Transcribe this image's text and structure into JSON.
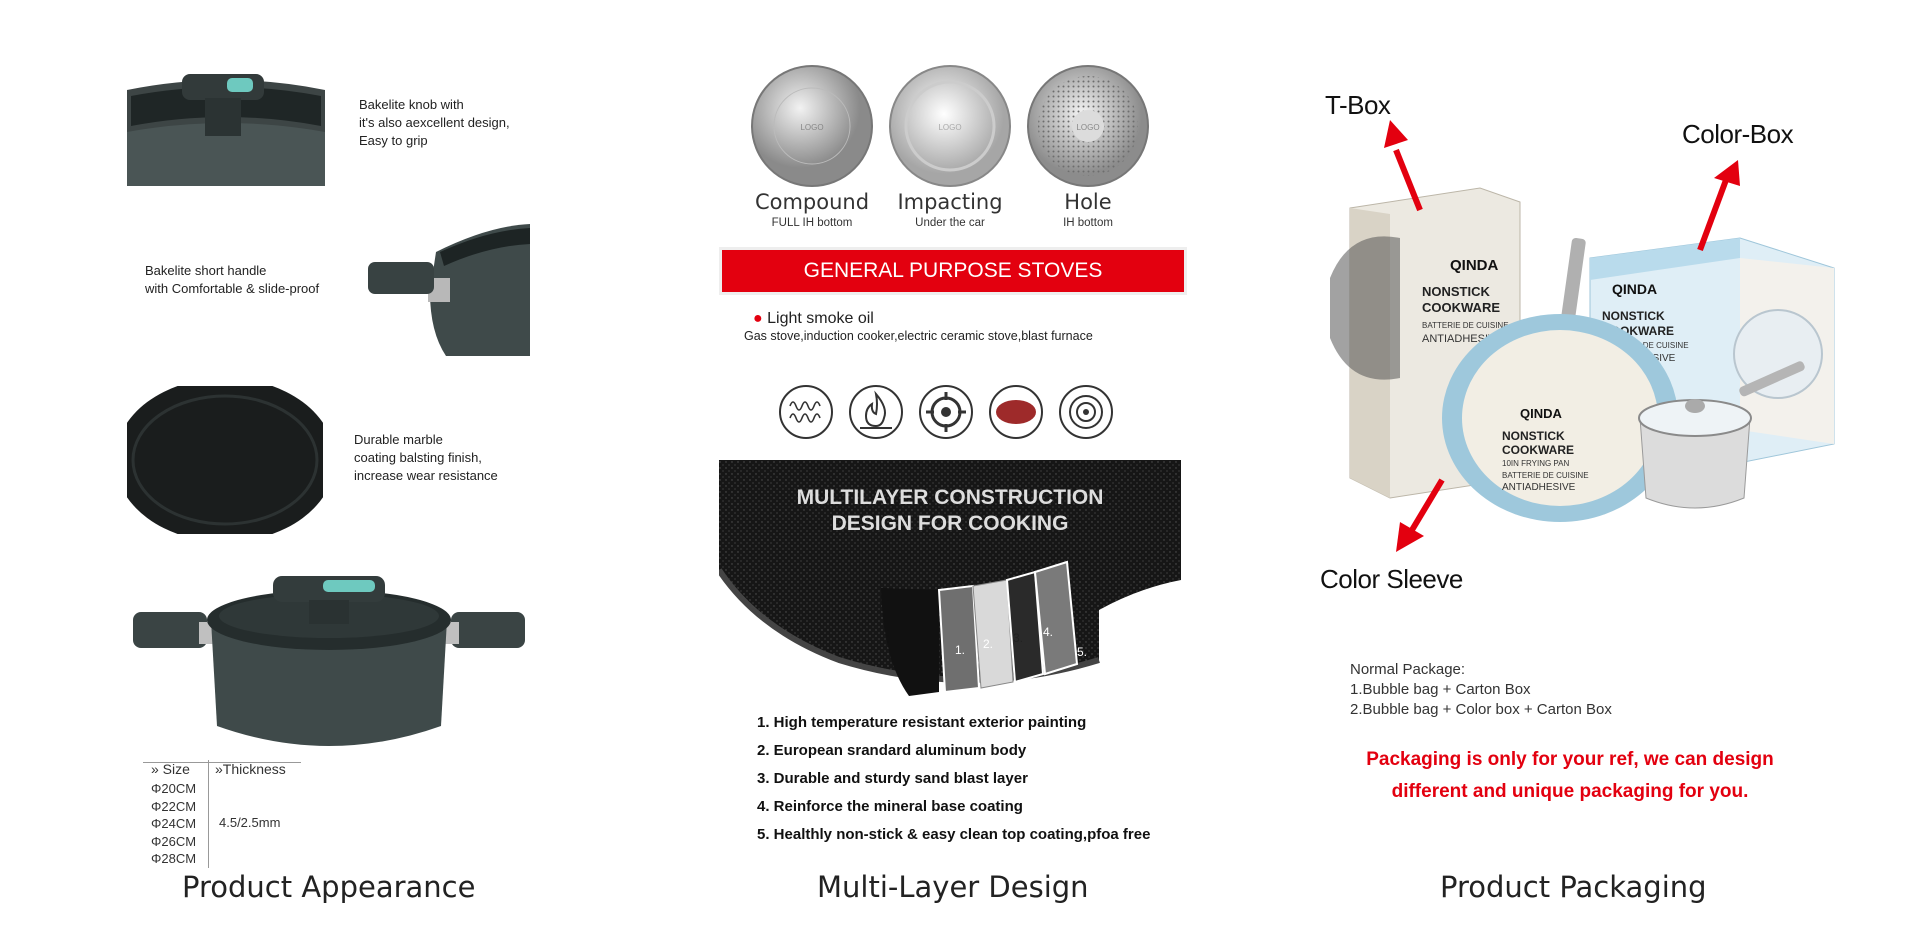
{
  "appearance": {
    "title": "Product Appearance",
    "knob_note": [
      "Bakelite knob with",
      "it's also aexcellent design,",
      "Easy to grip"
    ],
    "handle_note": [
      "Bakelite short handle",
      "with Comfortable & slide-proof"
    ],
    "coating_note": [
      "Durable marble",
      "coating balsting finish,",
      "increase wear resistance"
    ],
    "size_table": {
      "size_header": "» Size",
      "thickness_header": "»Thickness",
      "sizes": [
        "Φ20CM",
        "Φ22CM",
        "Φ24CM",
        "Φ26CM",
        "Φ28CM"
      ],
      "thickness": "4.5/2.5mm"
    }
  },
  "multilayer": {
    "title": "Multi-Layer Design",
    "bottoms": [
      {
        "label": "Compound",
        "sub": "FULL IH bottom",
        "logo": "LOGO"
      },
      {
        "label": "Impacting",
        "sub": "Under the car",
        "logo": "LOGO"
      },
      {
        "label": "Hole",
        "sub": "IH bottom",
        "logo": "LOGO"
      }
    ],
    "banner": "GENERAL PURPOSE STOVES",
    "bullet": "Light smoke oil",
    "stoves": "Gas stove,induction cooker,electric ceramic stove,blast furnace",
    "stove_icons": [
      "induction-coil-icon",
      "flame-icon",
      "gas-burner-icon",
      "ceramic-plate-icon",
      "radiant-heater-icon"
    ],
    "construction_title": [
      "MULTILAYER CONSTRUCTION",
      "DESIGN FOR COOKING"
    ],
    "layer_numbers": [
      "1.",
      "2.",
      "3.",
      "4.",
      "5."
    ],
    "layers": [
      "1. High temperature resistant exterior painting",
      "2. European srandard aluminum body",
      "3. Durable and sturdy sand blast layer",
      "4. Reinforce the mineral base coating",
      "5. Healthly non-stick & easy clean top coating,pfoa free"
    ]
  },
  "packaging": {
    "title": "Product Packaging",
    "labels": {
      "tbox": "T-Box",
      "colorbox": "Color-Box",
      "sleeve": "Color Sleeve"
    },
    "brand": "QINDA",
    "box_text": [
      "NONSTICK",
      "COOKWARE",
      "BATTERIE DE CUISINE",
      "ANTIADHESIVE"
    ],
    "sleeve_text": [
      "NONSTICK",
      "COOKWARE",
      "10IN FRYING PAN",
      "BATTERIE DE CUISINE",
      "ANTIADHESIVE"
    ],
    "normal_title": "Normal Package:",
    "normal_items": [
      "1.Bubble bag + Carton Box",
      "2.Bubble bag + Color box + Carton Box"
    ],
    "notice": [
      "Packaging is only for your ref, we can design",
      "different and unique packaging for you."
    ]
  },
  "colors": {
    "accent_red": "#e3000f",
    "pot_gray": "#3f4a4a",
    "knob_teal": "#5fc3b8",
    "box_blue": "#a9d3e8"
  }
}
